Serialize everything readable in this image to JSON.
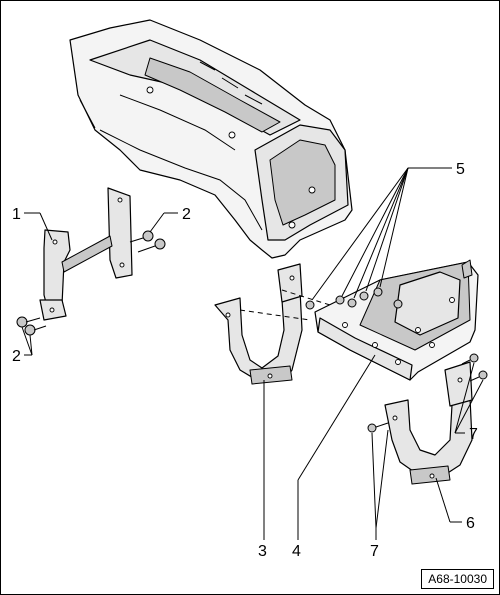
{
  "diagram": {
    "reference_code": "A68-10030",
    "callouts": {
      "c1": "1",
      "c2a": "2",
      "c2b": "2",
      "c3": "3",
      "c4": "4",
      "c5": "5",
      "c6": "6",
      "c7a": "7",
      "c7b": "7"
    }
  }
}
